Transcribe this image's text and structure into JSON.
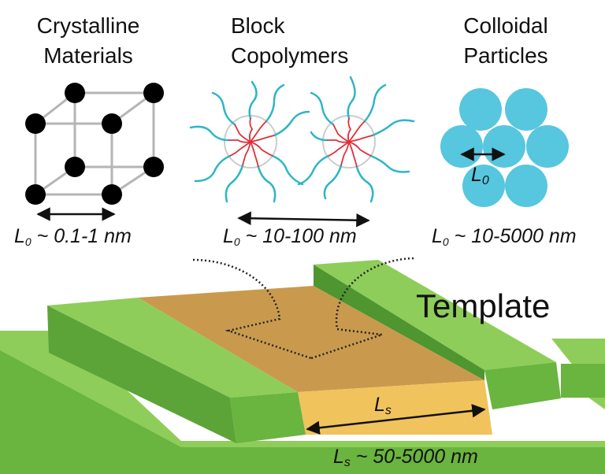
{
  "panels": {
    "crystalline": {
      "title_line1": "Crystalline",
      "title_line2": "Materials",
      "scale_prefix": "L",
      "scale_sub": "0",
      "scale_value": " ~ 0.1-1 nm"
    },
    "block_copolymers": {
      "title_line1": "Block",
      "title_line2": "Copolymers",
      "scale_prefix": "L",
      "scale_sub": "0",
      "scale_value": " ~ 10-100 nm"
    },
    "colloidal": {
      "title_line1": "Colloidal",
      "title_line2": "Particles",
      "inner_prefix": "L",
      "inner_sub": "0",
      "scale_prefix": "L",
      "scale_sub": "0",
      "scale_value": " ~ 10-5000 nm"
    }
  },
  "template": {
    "label": "Template",
    "inner_prefix": "L",
    "inner_sub": "s",
    "scale_prefix": "L",
    "scale_sub": "s",
    "scale_value": " ~ 50-5000 nm"
  },
  "colors": {
    "atom": "#000000",
    "bond": "#b5b5b5",
    "copolymer_outer": "#2eb5c5",
    "copolymer_inner": "#e0303a",
    "colloid": "#57c6df",
    "green_top": "#8fcd5a",
    "green_side": "#6ab440",
    "green_dark": "#4f9530",
    "trench_floor": "#c99a4e",
    "trench_front": "#f1c35c"
  }
}
